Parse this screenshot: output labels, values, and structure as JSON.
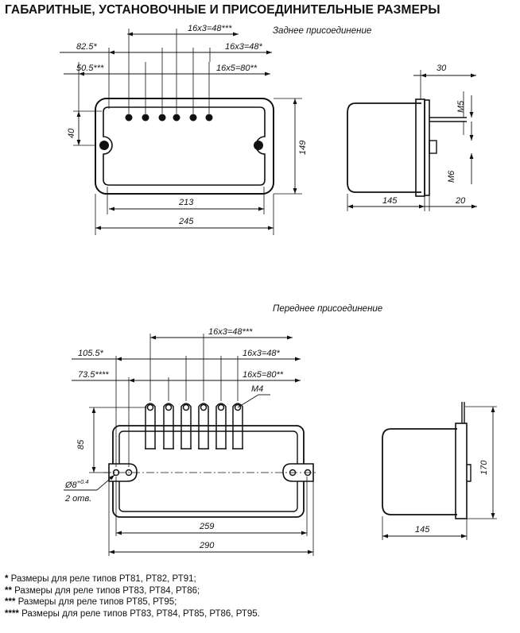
{
  "title": "ГАБАРИТНЫЕ, УСТАНОВОЧНЫЕ И ПРИСОЕДИНИТЕЛЬНЫЕ РАЗМЕРЫ",
  "rear": {
    "caption": "Заднее присоединение",
    "dims": {
      "pitch_a": "16x3=48***",
      "pitch_b": "16x3=48*",
      "pitch_c": "16x5=80**",
      "off_a": "82.5*",
      "off_b": "50.5***",
      "h40": "40",
      "h149": "149",
      "w213": "213",
      "w245": "245",
      "side30": "30",
      "m5": "M5",
      "m6": "M6",
      "side145": "145",
      "side20": "20"
    }
  },
  "front": {
    "caption": "Переднее присоединение",
    "dims": {
      "pitch_a": "16x3=48***",
      "pitch_b": "16x3=48*",
      "pitch_c": "16x5=80**",
      "off_a": "105.5*",
      "off_b": "73.5****",
      "m4": "M4",
      "h85": "85",
      "hole_base": "Ø8",
      "hole_tol": "+0.4",
      "holes_count": "2 отв.",
      "w259": "259",
      "w290": "290",
      "side170": "170",
      "side145": "145"
    }
  },
  "notes": [
    {
      "mark": "*",
      "text": " Размеры для реле типов РТ81, РТ82, РТ91;"
    },
    {
      "mark": "**",
      "text": " Размеры для реле типов РТ83, РТ84, РТ86;"
    },
    {
      "mark": "***",
      "text": " Размеры для реле типов РТ85, РТ95;"
    },
    {
      "mark": "****",
      "text": " Размеры для реле типов РТ83, РТ84, РТ85, РТ86, РТ95."
    }
  ]
}
